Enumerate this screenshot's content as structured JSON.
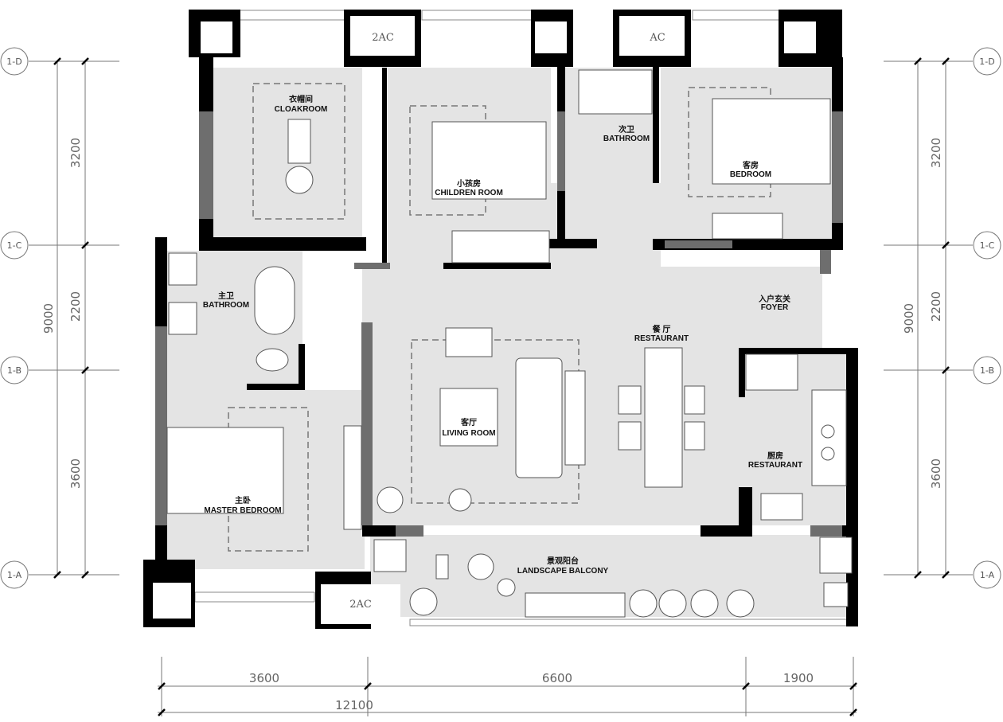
{
  "rooms": {
    "cloakroom": {
      "cn": "衣帽间",
      "en": "CLOAKROOM"
    },
    "children": {
      "cn": "小孩房",
      "en": "CHILDREN ROOM"
    },
    "bathroom2": {
      "cn": "次卫",
      "en": "BATHROOM"
    },
    "guest": {
      "cn": "客房",
      "en": "BEDROOM"
    },
    "master_bath": {
      "cn": "主卫",
      "en": "BATHROOM"
    },
    "foyer": {
      "cn": "入户玄关",
      "en": "FOYER"
    },
    "dining": {
      "cn": "餐 厅",
      "en": "RESTAURANT"
    },
    "living": {
      "cn": "客厅",
      "en": "LIVING ROOM"
    },
    "kitchen": {
      "cn": "厨房",
      "en": "RESTAURANT"
    },
    "master": {
      "cn": "主卧",
      "en": "MASTER BEDROOM"
    },
    "balcony": {
      "cn": "景观阳台",
      "en": "LANDSCAPE  BALCONY"
    }
  },
  "ac_units": [
    "2AC",
    "AC",
    "2AC"
  ],
  "axes": [
    "1-D",
    "1-C",
    "1-B",
    "1-A"
  ],
  "vertical_dims": {
    "segments": [
      "3200",
      "2200",
      "3600"
    ],
    "total": "9000"
  },
  "horizontal_dims": {
    "segments": [
      "3600",
      "6600",
      "1900"
    ],
    "total": "12100"
  }
}
